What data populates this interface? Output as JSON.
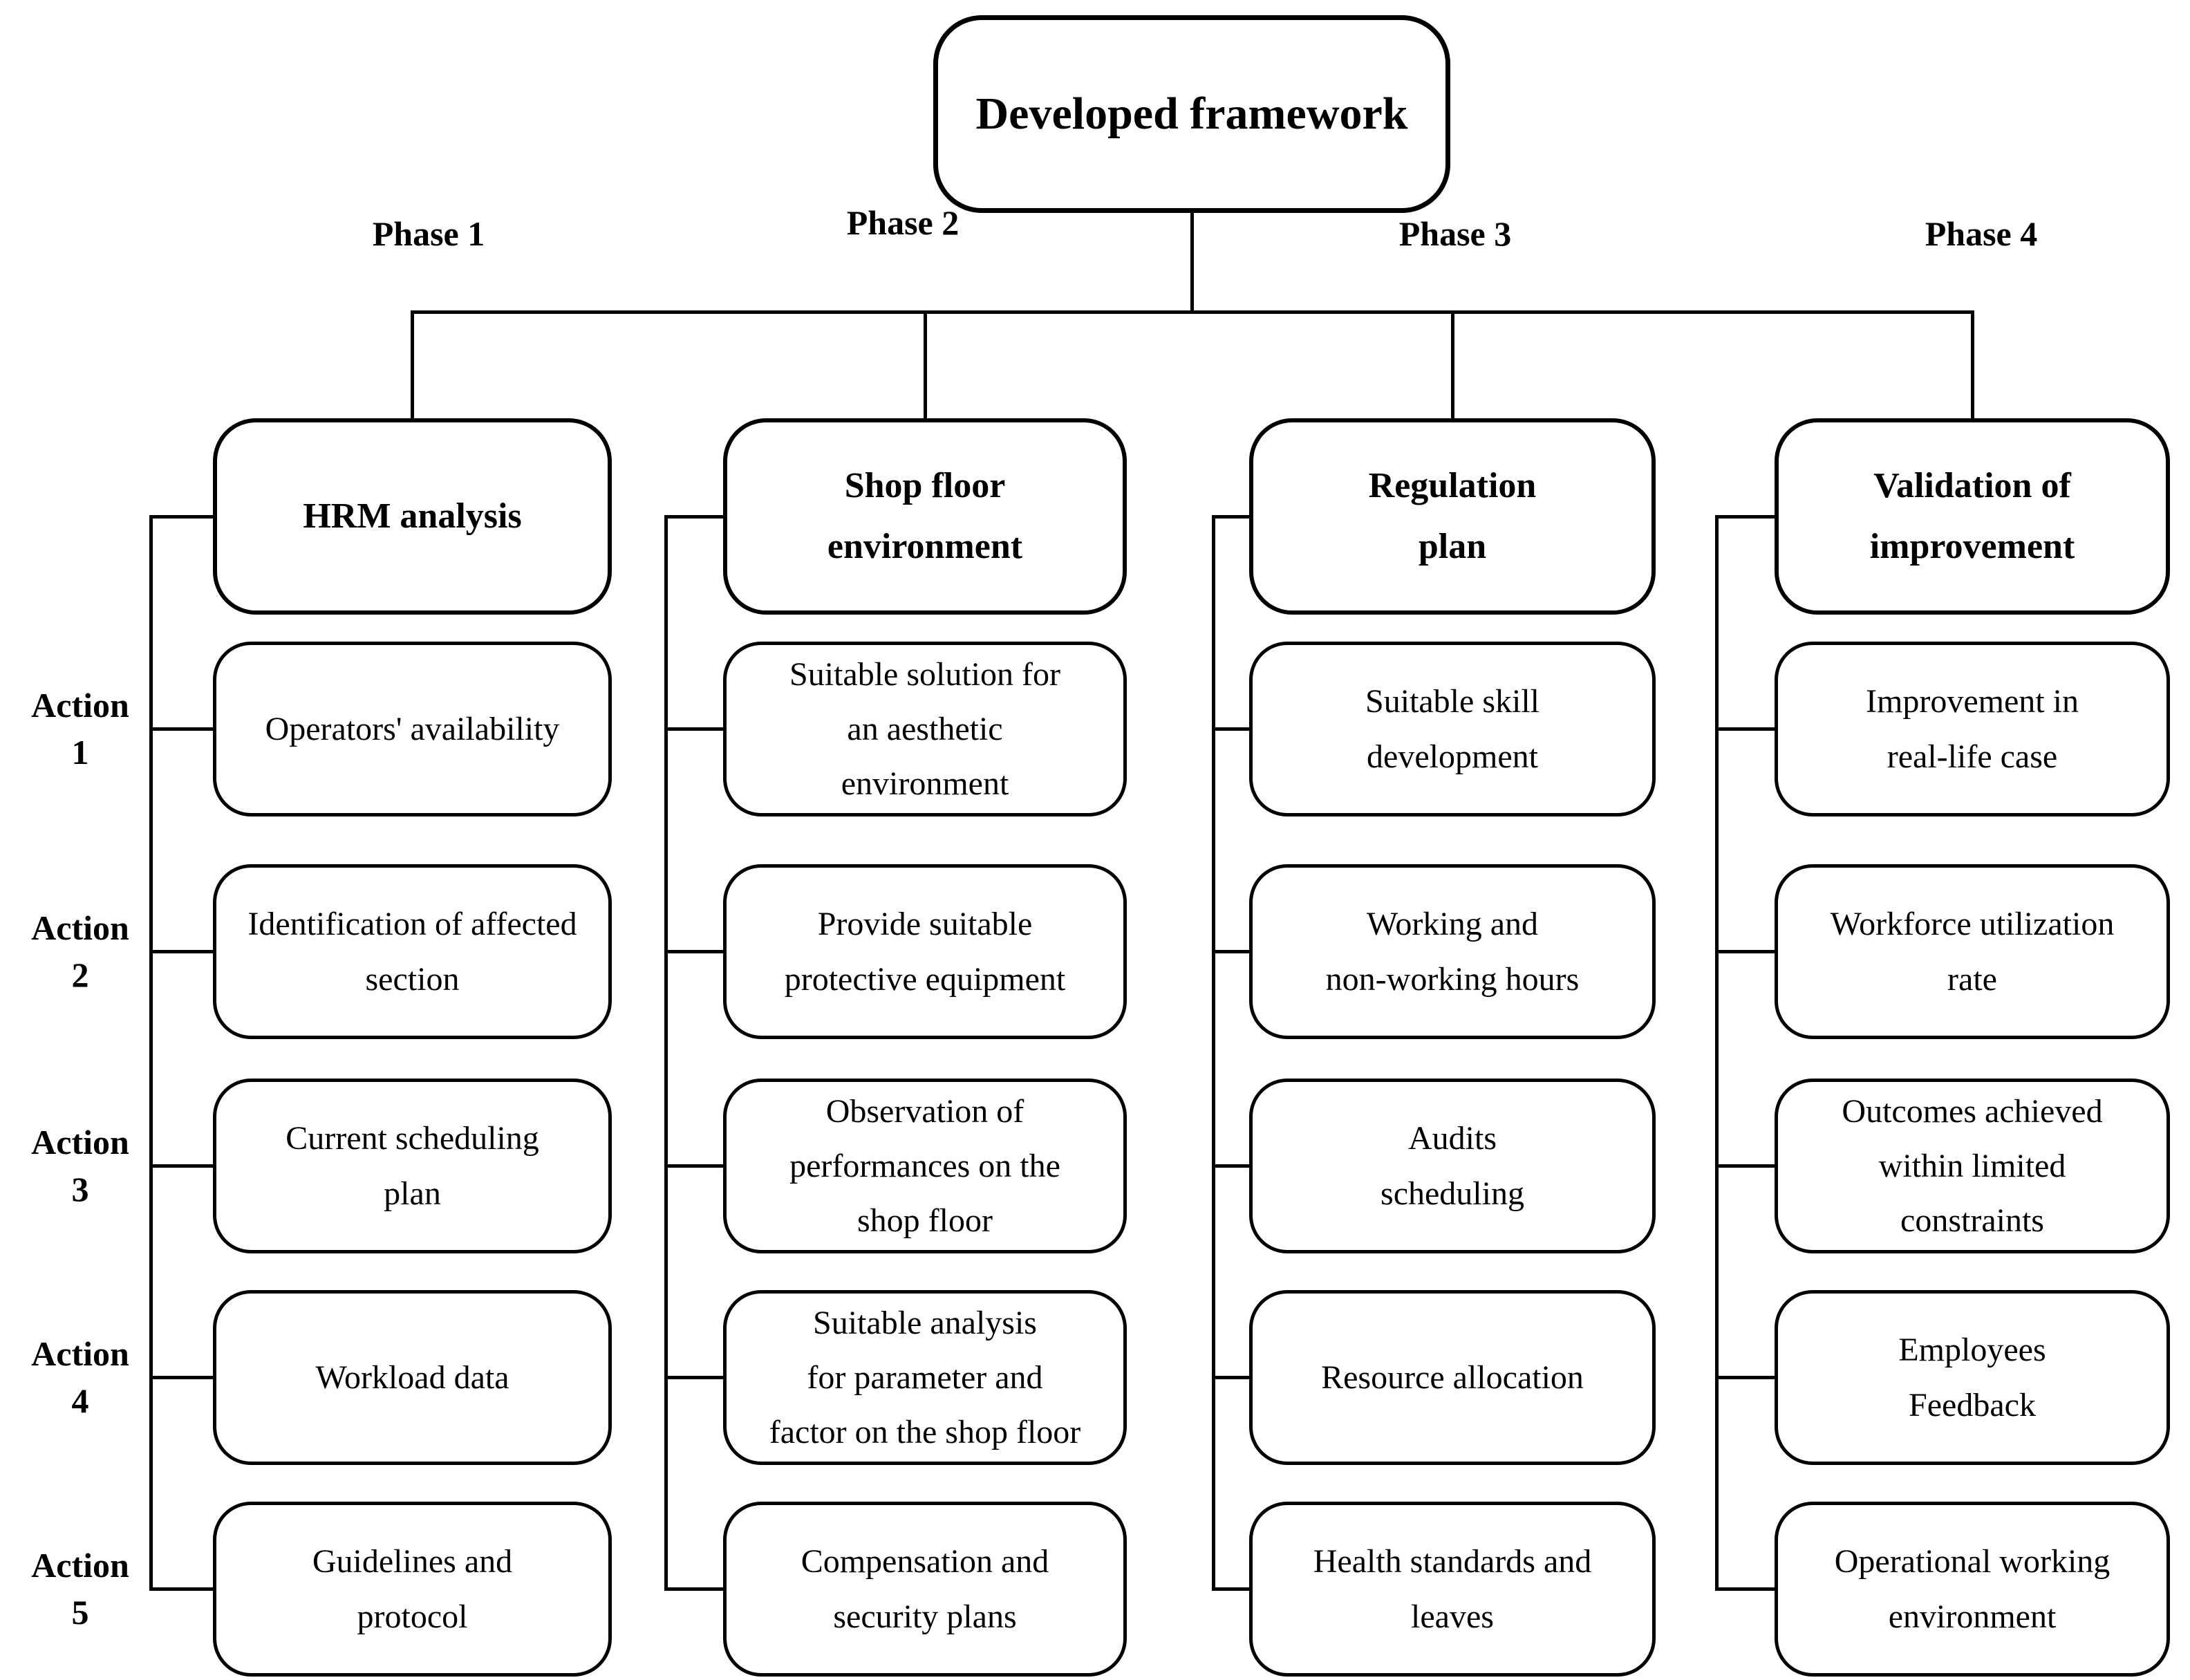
{
  "title": "Developed framework",
  "action_labels": [
    "Action\n1",
    "Action\n2",
    "Action\n3",
    "Action\n4",
    "Action\n5"
  ],
  "phases": [
    {
      "label": "Phase 1",
      "header": "HRM analysis",
      "actions": [
        "Operators' availability",
        "Identification of affected\nsection",
        "Current scheduling\nplan",
        "Workload data",
        "Guidelines and\nprotocol"
      ]
    },
    {
      "label": "Phase 2",
      "header": "Shop floor\nenvironment",
      "actions": [
        "Suitable solution for\nan aesthetic\nenvironment",
        "Provide suitable\nprotective equipment",
        "Observation of\nperformances on the\nshop floor",
        "Suitable analysis\nfor parameter and\nfactor on the shop floor",
        "Compensation and\nsecurity plans"
      ]
    },
    {
      "label": "Phase 3",
      "header": "Regulation\nplan",
      "actions": [
        "Suitable skill\ndevelopment",
        "Working and\nnon-working hours",
        "Audits\nscheduling",
        "Resource allocation",
        "Health standards and\nleaves"
      ]
    },
    {
      "label": "Phase 4",
      "header": "Validation of\nimprovement",
      "actions": [
        "Improvement in\nreal-life case",
        "Workforce utilization\nrate",
        "Outcomes achieved\nwithin limited\nconstraints",
        "Employees\nFeedback",
        "Operational working\nenvironment"
      ]
    }
  ]
}
